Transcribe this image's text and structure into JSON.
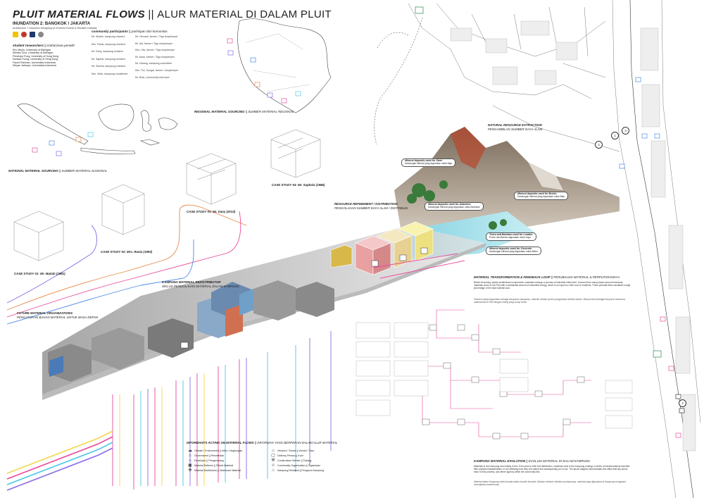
{
  "header": {
    "title_main": "PLUIT MATERIAL FLOWS",
    "title_sep": "||",
    "title_alt": "ALUR MATERIAL DI DALAM PLUIT",
    "subtitle": "INUNDATION 2: BANGKOK / JAKARTA",
    "subtitle_small": "Architecture + Urbanism Designing for Extreme Events & Resilient Habitats"
  },
  "students": {
    "heading": "student researchers",
    "heading_alt": "mahasiswa peneliti",
    "names": [
      "Eric Meyer, University of Michigan",
      "Minhee Choi, University of Michigan",
      "Penelope Fung, University of Hong Kong",
      "Norissa Foong, University of Hong Kong",
      "Fauris Rahman, Universitas Indonesia",
      "Weyan Jatianyo, Universitas Indonesia"
    ]
  },
  "participants": {
    "heading": "community participants",
    "heading_alt": "partisipan dari komunitas",
    "col1": [
      "Mr. Mutiah, kampung resident",
      "Mrs. Rania, kampung resident",
      "Mr. Dany, kampung resident",
      "Mr. Saphal, kampung resident",
      "Mr. Rahma, kampung resident",
      "Mrs. Sofia, kampung constituent"
    ],
    "col2": [
      "Mr. Heruadi, farmer / Tiga shopkeeper",
      "Mr. Adi, farmer / Tiga shopkeeper",
      "Mrs. Lilis, farmer / Tiga shopkeeper",
      "Mr. Asep, farmer / Tiga shopkeeper",
      "Mr. Darang, kampung committee",
      "Mrs. Tini, Sungai, farmer / shopkeeper",
      "Mr. Budi, community informant"
    ]
  },
  "sections": {
    "national": "NATIONAL MATERIAL SOURCING",
    "national_alt": "SUMBER MATERIAL NASIONAL",
    "regional": "REGIONAL MATERIAL SOURCING",
    "regional_alt": "SUMBER MATERIAL REGIONAL",
    "resource_extraction": "NATURAL RESOURCE EXTRACTION",
    "resource_extraction_alt": "PENGAMBILAN SUMBER DAYA ALAM",
    "refinement": "RESOURCE REFINEMENT / DISTRIBUTION",
    "refinement_alt": "PENGOLAHAN SUMBER DAYA ALAM / DISTRIBUSI",
    "kampung_redistributor": "KAMPUNG MATERIAL REDISTRIBUTOR",
    "kampung_redistributor_alt": "SIKLUS PENGOLAHAN MATERIAL DALAM KAMPUNG",
    "future": "FUTURE MATERIAL ORGANIZATIONS",
    "future_alt": "PENGATURAN BAHAN MATERIAL UNTUK MASA DEPAN",
    "transformation": "MATERIAL TRANSFORMATION & FEEDBACK LOOP",
    "transformation_alt": "PERUBAHAN MATERIAL & PERPUTARANNYA",
    "informants": "INFORMANTS ACTING ON MATERIAL FLOWS",
    "informants_alt": "INFORMAN YANG BERPERAN DALAM ALUR MATERIAL",
    "evolution": "KAMPUNG MATERIAL EVOLUTION",
    "evolution_alt": "EVOLUSI MATERIAL DI DALAM KAMPUNG"
  },
  "cases": {
    "c1": "CASE STUDY 01: Mr. Mutiah (1981)",
    "c2": "CASE STUDY 02: Mrs. Rania (1993)",
    "c3": "CASE STUDY 03: Mr. Dany (2013)",
    "c4": "CASE STUDY 04: Mr. Saphala (1986)"
  },
  "callouts": {
    "steel": "Mineral deposits used for Steel",
    "steel_alt": "Kandungan Mineral yang digunakan untuk Baja",
    "bricks": "Mineral deposits used for Bricks",
    "bricks_alt": "Kandungan Mineral yang digunakan untuk Batu",
    "asbestos": "Mineral deposits used for Asbestos",
    "asbestos_alt": "Kandungan Mineral yang digunakan untuk Asbestos",
    "lumber": "Trees and Bamboo used for Lumber",
    "lumber_alt": "Pohon dan Bambu digunakan untuk Kayu",
    "concrete": "Mineral deposits used for Concrete",
    "concrete_alt": "Kandungan Mineral yang digunakan untuk Beton"
  },
  "paragraphs": {
    "transformation_en": "Before becoming usable architectural components, materials undergo a process of industrial refinement. Sourced from many places around Indonesia, materials arrive to the Pluit with a substantial amount of embodied energy, which is not spent on their cost or residents. These potential lines constitute a large percentage of the total material cost.",
    "transformation_id": "Sebelum dapat digunakan sebagai komponen bangunan, material melalui proses pengolahan terlebih dahulu. Berasal dari berbagai tempat di Indonesia, material tiba di Pluit dengan energi yang cukup besar.",
    "evolution_en": "Materials in the Kampung exist visibly in flux. Even prior to their first distribution, materials used in the Kampung undergo a series of transformations that alter their physical characteristics, in turn affecting how they are valued and subsequently put to use. The above diagram demonstrates the affect that key actors have on this process, and where agency within the community lies.",
    "evolution_id": "Material dalam Kampung selalu berada dalam kondisi berubah. Bahkan sebelum distribusi pertamanya, material yang digunakan di Kampung mengalami serangkaian transformasi."
  },
  "legend": {
    "left": [
      "Climate / Environment || Iklim / Lingkungan",
      "Government || Pemerintah",
      "Developer || Pengembang",
      "Material Refiners || Pabrik Material",
      "Material Distributors || Distributor Material"
    ],
    "right": [
      "Vendors / Stores || Vendor / Toko",
      "Delivery Person || Kurir",
      "Construction Worker || Tukang",
      "Community Organization || Organisasi",
      "Kampung Resident || Penghuni Kampung"
    ],
    "icons_left": [
      "☁",
      "⌂",
      "⌂",
      "▣",
      "✥"
    ],
    "icons_right": [
      "⌂",
      "▢",
      "⚒",
      "☺",
      "⌂"
    ]
  },
  "map_circles": [
    "1",
    "2",
    "3",
    "4"
  ],
  "colors": {
    "orange": "#e88a4a",
    "pink": "#e84a9a",
    "blue": "#4a8ae8",
    "yellow": "#f0d84a",
    "cyan": "#4ac8e8",
    "purple": "#8a6ae8",
    "green": "#2a8a4a"
  }
}
